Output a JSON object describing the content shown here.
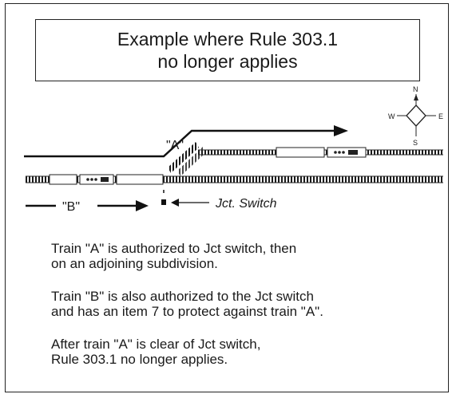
{
  "title": {
    "line1": "Example where Rule 303.1",
    "line2": "no longer applies"
  },
  "diagram": {
    "train_a_label": "\"A\"",
    "train_b_label": "\"B\"",
    "switch_label": "Jct. Switch",
    "compass": {
      "north": "N",
      "south": "S",
      "east": "E",
      "west": "W"
    }
  },
  "paragraphs": [
    {
      "line1": "Train \"A\" is authorized to Jct switch, then",
      "line2": "on an adjoining subdivision."
    },
    {
      "line1": "Train \"B\" is also authorized to the Jct switch",
      "line2": "and has an item 7 to protect against train \"A\"."
    },
    {
      "line1": "After train \"A\" is clear of Jct switch,",
      "line2": "Rule 303.1 no longer applies."
    }
  ]
}
